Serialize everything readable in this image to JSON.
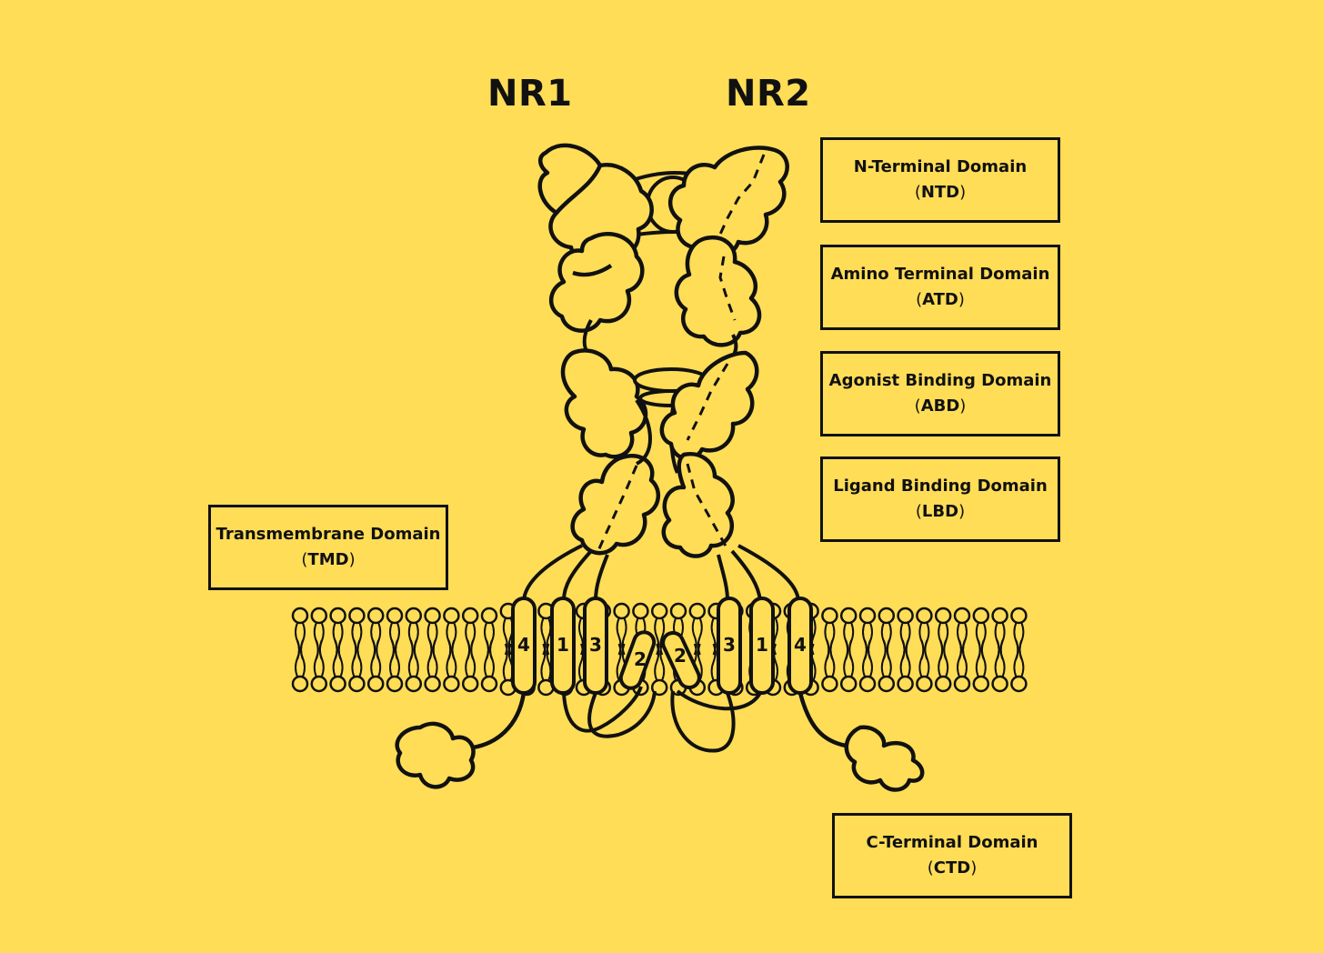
{
  "subunits": {
    "left": "NR1",
    "right": "NR2"
  },
  "domains": {
    "ntd": {
      "name": "N-Terminal Domain",
      "abbr": "NTD"
    },
    "atd": {
      "name": "Amino Terminal Domain",
      "abbr": "ATD"
    },
    "abd": {
      "name": "Agonist Binding Domain",
      "abbr": "ABD"
    },
    "lbd": {
      "name": "Ligand Binding Domain",
      "abbr": "LBD"
    },
    "tmd": {
      "name": "Transmembrane Domain",
      "abbr": "TMD"
    },
    "ctd": {
      "name": "C-Terminal Domain",
      "abbr": "CTD"
    }
  },
  "helices": {
    "left": [
      "4",
      "1",
      "3",
      "2"
    ],
    "right": [
      "2",
      "3",
      "1",
      "4"
    ]
  },
  "colors": {
    "background": "#FFDD57",
    "outline": "#111111",
    "fill": "#FFDD57"
  }
}
